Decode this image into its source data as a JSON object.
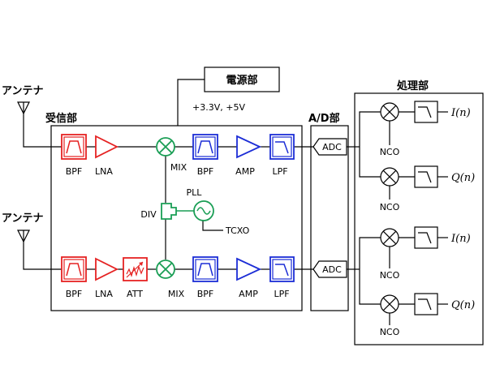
{
  "labels": {
    "antenna": "アンテナ",
    "receiver": "受信部",
    "ad": "A/D部",
    "processing": "処理部",
    "power": "電源部",
    "voltage": "+3.3V, +5V",
    "bpf": "BPF",
    "lna": "LNA",
    "att": "ATT",
    "mix": "MIX",
    "amp": "AMP",
    "lpf": "LPF",
    "pll": "PLL",
    "div": "DIV",
    "tcxo": "TCXO",
    "adc": "ADC",
    "nco": "NCO",
    "i_out": "I(n)",
    "q_out": "Q(n)"
  },
  "colors": {
    "rf": "#e52222",
    "mixer": "#1a9e55",
    "baseband": "#1c2dd6",
    "line": "#000000"
  }
}
